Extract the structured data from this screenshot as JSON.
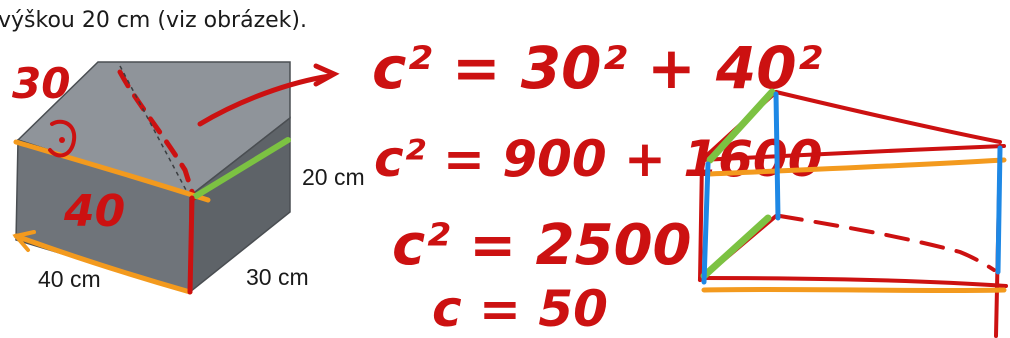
{
  "intro_text": "výškou 20 cm (viz obrázek).",
  "box_labels": {
    "height": "20 cm",
    "length": "40 cm",
    "depth": "30 cm"
  },
  "annotations": {
    "top_number": "30",
    "front_number": "40"
  },
  "equations": [
    "c² = 30² + 40²",
    "c² = 900 + 1600",
    "c² = 2500",
    "c = 50"
  ],
  "colors": {
    "ink_red": "#cc1111",
    "ink_orange": "#f39a1e",
    "ink_green": "#7cc242",
    "ink_blue": "#1e88e5",
    "box_top": "#8f949a",
    "box_front": "#6f747a",
    "box_side": "#5e6368"
  }
}
